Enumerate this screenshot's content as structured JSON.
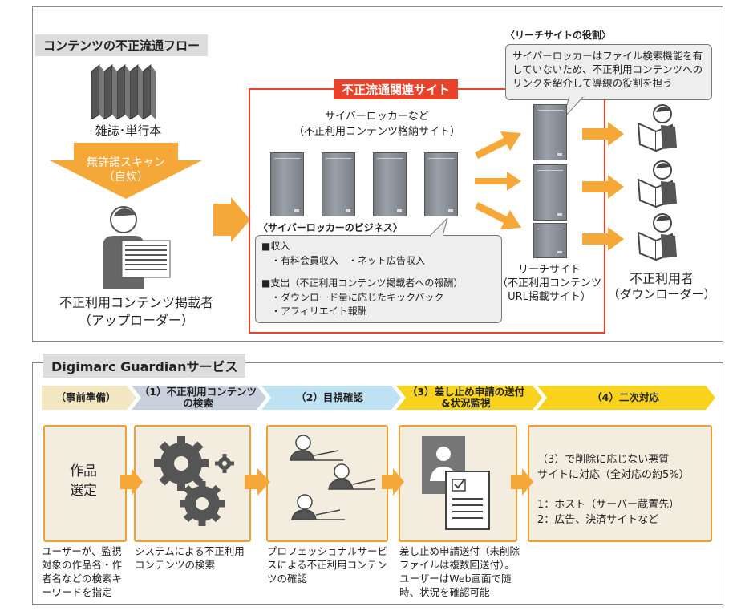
{
  "flow": {
    "title": "コンテンツの不正流通フロー",
    "magazines_label": "雑誌･単行本",
    "scan_label_1": "無許諾スキャン",
    "scan_label_2": "（自炊）",
    "uploader_label_1": "不正利用コンテンツ掲載者",
    "uploader_label_2": "（アップローダー）",
    "related_sites_title": "不正流通関連サイト",
    "cyberlocker_label_1": "サイバーロッカーなど",
    "cyberlocker_label_2": "（不正利用コンテンツ格納サイト）",
    "business_title": "〈サイバーロッカーのビジネス〉",
    "business_lines": [
      "■収入",
      "・有料会員収入　・ネット広告収入",
      "■支出（不正利用コンテンツ掲載者への報酬）",
      "・ダウンロード量に応じたキックバック",
      "・アフィリエイト報酬"
    ],
    "reach_role_title": "〈リーチサイトの役割〉",
    "reach_role_text": "サイバーロッカーはファイル検索機能を有していないため、不正利用コンテンツへのリンクを紹介して導線の役割を担う",
    "reach_site_label_1": "リーチサイト",
    "reach_site_label_2": "（不正利用コンテンツ",
    "reach_site_label_3": "URL掲載サイト）",
    "user_label_1": "不正利用者",
    "user_label_2": "（ダウンローダー）"
  },
  "service": {
    "title": "Digimarc Guardianサービス",
    "phases": [
      {
        "label": "（事前準備）",
        "color": "#f3e7c2"
      },
      {
        "label": "（1）不正利用コンテンツの検索",
        "color": "#c7d0dc"
      },
      {
        "label": "（2）目視確認",
        "color": "#bfe3f3"
      },
      {
        "label": "（3）差し止め申請の送付&状況監視",
        "color": "#f8d21c"
      },
      {
        "label": "（4）二次対応",
        "color": "#f8d21c"
      }
    ],
    "step0_text_1": "作品",
    "step0_text_2": "選定",
    "step4_lines": [
      "（3）で削除に応じない悪質",
      "サイトに対応（全対応の約5%）",
      "1：ホスト（サーバー蔵置先）",
      "2：広告、決済サイトなど"
    ],
    "descriptions": [
      "ユーザーが、監視対象の作品名・作者名などの検索キーワードを指定",
      "システムによる不正利用コンテンツの検索",
      "プロフェッショナルサービスによる不正利用コンテンツの確認",
      "差し止め申請送付（未削除ファイルは複数回送付）。ユーザーはWeb画面で随時、状況を確認可能"
    ]
  },
  "colors": {
    "orange": "#f0a030",
    "red": "#e8432a",
    "yellow": "#f8d21c"
  }
}
